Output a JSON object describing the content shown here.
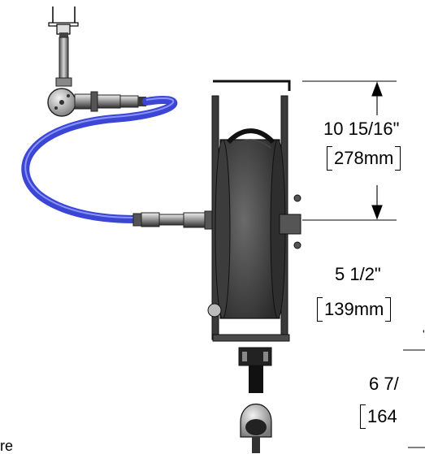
{
  "dimensions": {
    "top_height": {
      "imperial": "10 15/16\"",
      "metric": "278mm"
    },
    "mid_height": {
      "imperial": "5 1/2\"",
      "metric": "139mm"
    },
    "side_width": {
      "imperial": "6 7/",
      "metric": "164"
    }
  },
  "caption_fragment": "re",
  "colors": {
    "hose": "#3b46d4",
    "hose_highlight": "#8a93ff",
    "metal_dark": "#2a2a2a",
    "metal_mid": "#6b6b6b",
    "metal_light": "#c8c8c8"
  }
}
